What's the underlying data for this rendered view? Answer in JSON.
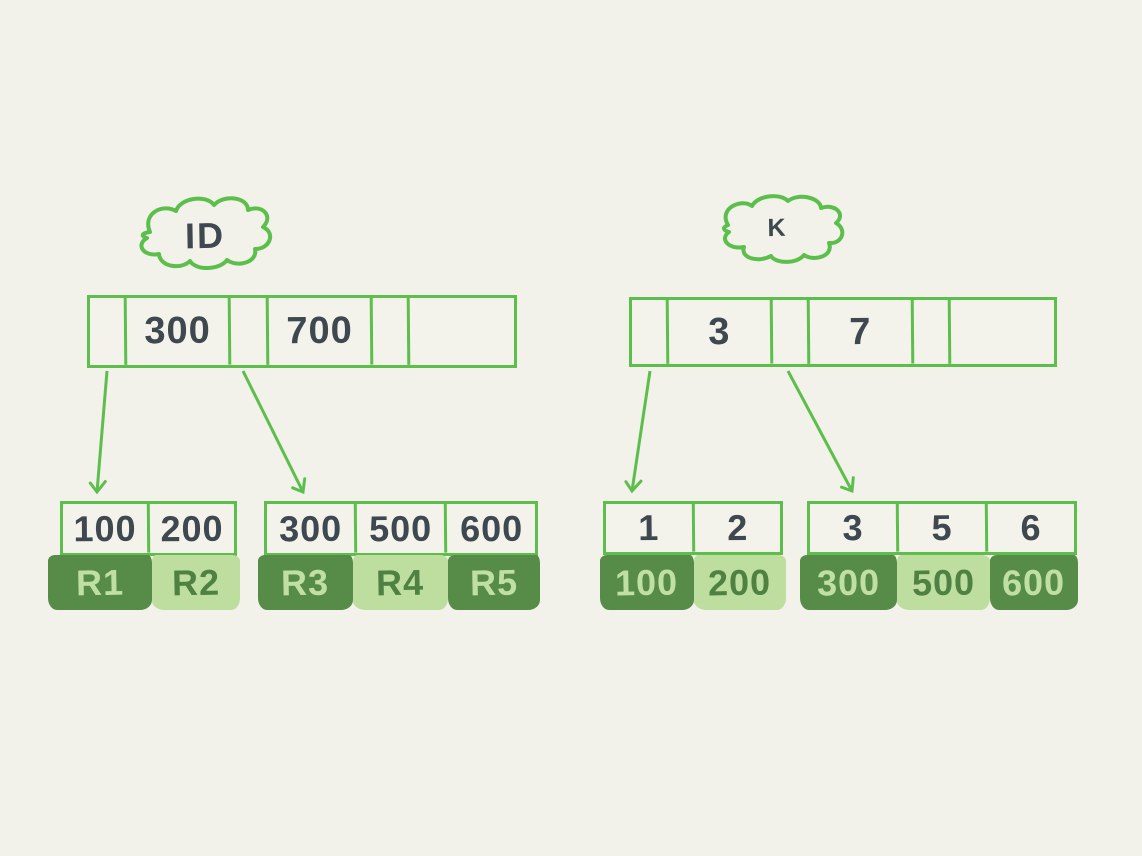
{
  "diagram_type": "btree-index-comparison",
  "colors": {
    "background": "#f2f1ea",
    "stroke_green": "#5cbf4c",
    "dark_green_block": "#568c47",
    "light_green_block": "#bdde9e",
    "light_green_text": "#bfe0a2",
    "dark_green_text": "#4e8142",
    "ink": "#3e484e"
  },
  "trees": [
    {
      "label": "ID",
      "root_cells": [
        "",
        "300",
        "",
        "700",
        "",
        ""
      ],
      "leaves": [
        {
          "keys": [
            "100",
            "200"
          ]
        },
        {
          "keys": [
            "300",
            "500",
            "600"
          ]
        }
      ],
      "records": [
        {
          "text": "R1",
          "shade": "dark"
        },
        {
          "text": "R2",
          "shade": "light"
        },
        {
          "text": "R3",
          "shade": "dark"
        },
        {
          "text": "R4",
          "shade": "light"
        },
        {
          "text": "R5",
          "shade": "dark"
        }
      ]
    },
    {
      "label": "K",
      "root_cells": [
        "",
        "3",
        "",
        "7",
        "",
        ""
      ],
      "leaves": [
        {
          "keys": [
            "1",
            "2"
          ]
        },
        {
          "keys": [
            "3",
            "5",
            "6"
          ]
        }
      ],
      "records": [
        {
          "text": "100",
          "shade": "dark"
        },
        {
          "text": "200",
          "shade": "light"
        },
        {
          "text": "300",
          "shade": "dark"
        },
        {
          "text": "500",
          "shade": "light"
        },
        {
          "text": "600",
          "shade": "dark"
        }
      ]
    }
  ]
}
